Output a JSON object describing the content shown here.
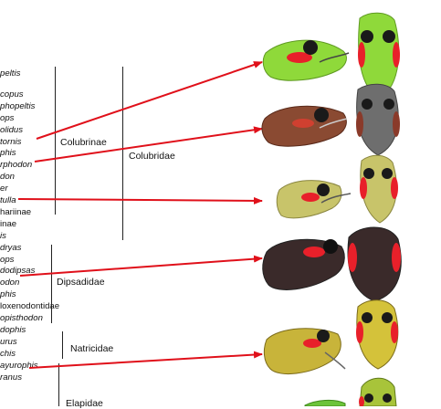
{
  "taxa": [
    {
      "text": "peltis",
      "italic": true
    },
    {
      "text": "copus",
      "italic": true
    },
    {
      "text": "phopeltis",
      "italic": true
    },
    {
      "text": "ops",
      "italic": true
    },
    {
      "text": "olidus",
      "italic": true
    },
    {
      "text": "tornis",
      "italic": true
    },
    {
      "text": "phis",
      "italic": true
    },
    {
      "text": "rphodon",
      "italic": true
    },
    {
      "text": "don",
      "italic": true
    },
    {
      "text": "er",
      "italic": true
    },
    {
      "text": "tulla",
      "italic": true
    },
    {
      "text": "hariinae",
      "italic": false
    },
    {
      "text": "inae",
      "italic": false
    },
    {
      "text": "is",
      "italic": true
    },
    {
      "text": "dryas",
      "italic": true
    },
    {
      "text": "ops",
      "italic": true
    },
    {
      "text": "dodipsas",
      "italic": true
    },
    {
      "text": "odon",
      "italic": true
    },
    {
      "text": "phis",
      "italic": true
    },
    {
      "text": "loxenodontidae",
      "italic": false
    },
    {
      "text": "opisthodon",
      "italic": true
    },
    {
      "text": "dophis",
      "italic": true
    },
    {
      "text": "urus",
      "italic": true
    },
    {
      "text": "chis",
      "italic": true
    },
    {
      "text": "ayurophis",
      "italic": true
    },
    {
      "text": "ranus",
      "italic": true
    }
  ],
  "families": {
    "colubrinae": "Colubrinae",
    "colubridae": "Colubridae",
    "dipsadidae": "Dipsadidae",
    "natricidae": "Natricidae",
    "elapidae": "Elapidae"
  },
  "colors": {
    "arrow": "#e0101a",
    "bracket": "#222222"
  },
  "heads": [
    {
      "name": "green-snake",
      "color": "#8fd93a"
    },
    {
      "name": "brown-snake",
      "color": "#8a4a32"
    },
    {
      "name": "olive-snake",
      "color": "#c8c46a"
    },
    {
      "name": "dark-snake",
      "color": "#3a2a2a"
    },
    {
      "name": "yellow-snake",
      "color": "#d4c23a"
    },
    {
      "name": "green-snake-partial",
      "color": "#6cc43a"
    }
  ]
}
